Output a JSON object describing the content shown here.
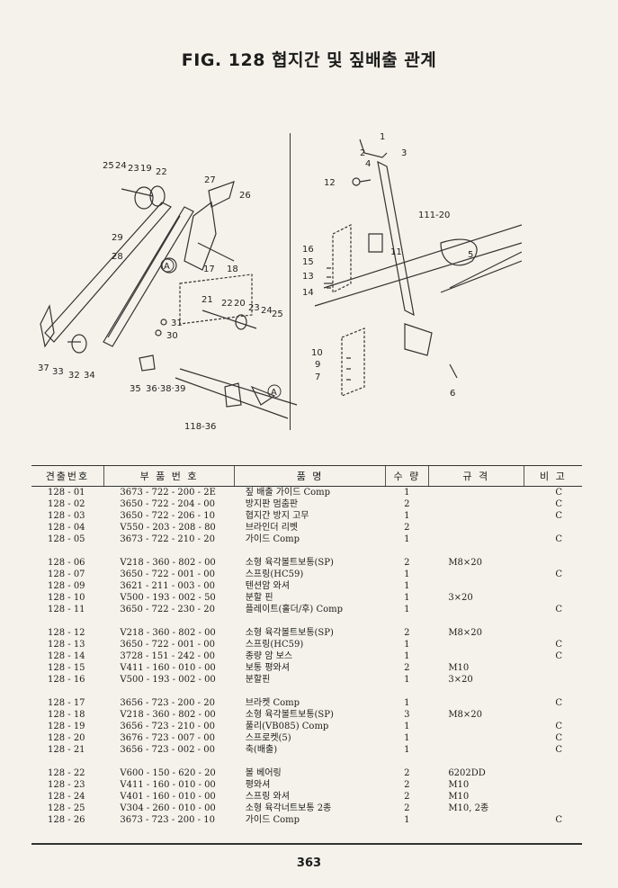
{
  "title": "FIG. 128 협지간 및 짚배출 관계",
  "page_number": "363",
  "diagram": {
    "labels_left": [
      "25",
      "24",
      "23",
      "19",
      "22",
      "27",
      "26",
      "29",
      "28",
      "17",
      "18",
      "21",
      "22",
      "20",
      "23",
      "24",
      "25",
      "31",
      "30",
      "37",
      "33",
      "32",
      "34",
      "35",
      "36·38·39",
      "118-36"
    ],
    "labels_right": [
      "1",
      "2",
      "4",
      "3",
      "12",
      "111-20",
      "16",
      "15",
      "13",
      "14",
      "11",
      "5",
      "10",
      "9",
      "7",
      "6"
    ],
    "marker": "A"
  },
  "table": {
    "headers": {
      "number": "견출번호",
      "part_no": "부 품 번 호",
      "name": "품 명",
      "qty": "수 량",
      "spec": "규 격",
      "remark": "비 고"
    },
    "groups": [
      [
        {
          "no": "128 - 01",
          "part": "3673 - 722 - 200 - 2E",
          "name": "짚 배출 가이드 Comp",
          "qty": "1",
          "spec": "",
          "rem": "C"
        },
        {
          "no": "128 - 02",
          "part": "3650 - 722 - 204 - 00",
          "name": "방지판 멈춤판",
          "qty": "2",
          "spec": "",
          "rem": "C"
        },
        {
          "no": "128 - 03",
          "part": "3650 - 722 - 206 - 10",
          "name": "협지간 방지 고무",
          "qty": "1",
          "spec": "",
          "rem": "C"
        },
        {
          "no": "128 - 04",
          "part": "V550 - 203 - 208 - 80",
          "name": "브라인더 리벳",
          "qty": "2",
          "spec": "",
          "rem": ""
        },
        {
          "no": "128 - 05",
          "part": "3673 - 722 - 210 - 20",
          "name": "가이드 Comp",
          "qty": "1",
          "spec": "",
          "rem": "C"
        }
      ],
      [
        {
          "no": "128 - 06",
          "part": "V218 - 360 - 802 - 00",
          "name": "소형 육각볼트보통(SP)",
          "qty": "2",
          "spec": "M8×20",
          "rem": ""
        },
        {
          "no": "128 - 07",
          "part": "3650 - 722 - 001 - 00",
          "name": "스프링(HC59)",
          "qty": "1",
          "spec": "",
          "rem": "C"
        },
        {
          "no": "128 - 09",
          "part": "3621 - 211 - 003 - 00",
          "name": "텐션암 와셔",
          "qty": "1",
          "spec": "",
          "rem": ""
        },
        {
          "no": "128 - 10",
          "part": "V500 - 193 - 002 - 50",
          "name": "분할 핀",
          "qty": "1",
          "spec": "3×20",
          "rem": ""
        },
        {
          "no": "128 - 11",
          "part": "3650 - 722 - 230 - 20",
          "name": "플레이트(홀더/후) Comp",
          "qty": "1",
          "spec": "",
          "rem": "C"
        }
      ],
      [
        {
          "no": "128 - 12",
          "part": "V218 - 360 - 802 - 00",
          "name": "소형 육각볼트보통(SP)",
          "qty": "2",
          "spec": "M8×20",
          "rem": ""
        },
        {
          "no": "128 - 13",
          "part": "3650 - 722 - 001 - 00",
          "name": "스프링(HC59)",
          "qty": "1",
          "spec": "",
          "rem": "C"
        },
        {
          "no": "128 - 14",
          "part": "3728 - 151 - 242 - 00",
          "name": "종량 암 보스",
          "qty": "1",
          "spec": "",
          "rem": "C"
        },
        {
          "no": "128 - 15",
          "part": "V411 - 160 - 010 - 00",
          "name": "보통 평와셔",
          "qty": "2",
          "spec": "M10",
          "rem": ""
        },
        {
          "no": "128 - 16",
          "part": "V500 - 193 - 002 - 00",
          "name": "분할핀",
          "qty": "1",
          "spec": "3×20",
          "rem": ""
        }
      ],
      [
        {
          "no": "128 - 17",
          "part": "3656 - 723 - 200 - 20",
          "name": "브라켓 Comp",
          "qty": "1",
          "spec": "",
          "rem": "C"
        },
        {
          "no": "128 - 18",
          "part": "V218 - 360 - 802 - 00",
          "name": "소형 육각볼트보통(SP)",
          "qty": "3",
          "spec": "M8×20",
          "rem": ""
        },
        {
          "no": "128 - 19",
          "part": "3656 - 723 - 210 - 00",
          "name": "풀리(VB085) Comp",
          "qty": "1",
          "spec": "",
          "rem": "C"
        },
        {
          "no": "128 - 20",
          "part": "3676 - 723 - 007 - 00",
          "name": "스프로켓(5)",
          "qty": "1",
          "spec": "",
          "rem": "C"
        },
        {
          "no": "128 - 21",
          "part": "3656 - 723 - 002 - 00",
          "name": "축(배출)",
          "qty": "1",
          "spec": "",
          "rem": "C"
        }
      ],
      [
        {
          "no": "128 - 22",
          "part": "V600 - 150 - 620 - 20",
          "name": "볼 베어링",
          "qty": "2",
          "spec": "6202DD",
          "rem": ""
        },
        {
          "no": "128 - 23",
          "part": "V411 - 160 - 010 - 00",
          "name": "평와셔",
          "qty": "2",
          "spec": "M10",
          "rem": ""
        },
        {
          "no": "128 - 24",
          "part": "V401 - 160 - 010 - 00",
          "name": "스프링 와셔",
          "qty": "2",
          "spec": "M10",
          "rem": ""
        },
        {
          "no": "128 - 25",
          "part": "V304 - 260 - 010 - 00",
          "name": "소형 육각너트보통 2종",
          "qty": "2",
          "spec": "M10, 2종",
          "rem": ""
        },
        {
          "no": "128 - 26",
          "part": "3673 - 723 - 200 - 10",
          "name": "가이드 Comp",
          "qty": "1",
          "spec": "",
          "rem": "C"
        }
      ]
    ]
  }
}
